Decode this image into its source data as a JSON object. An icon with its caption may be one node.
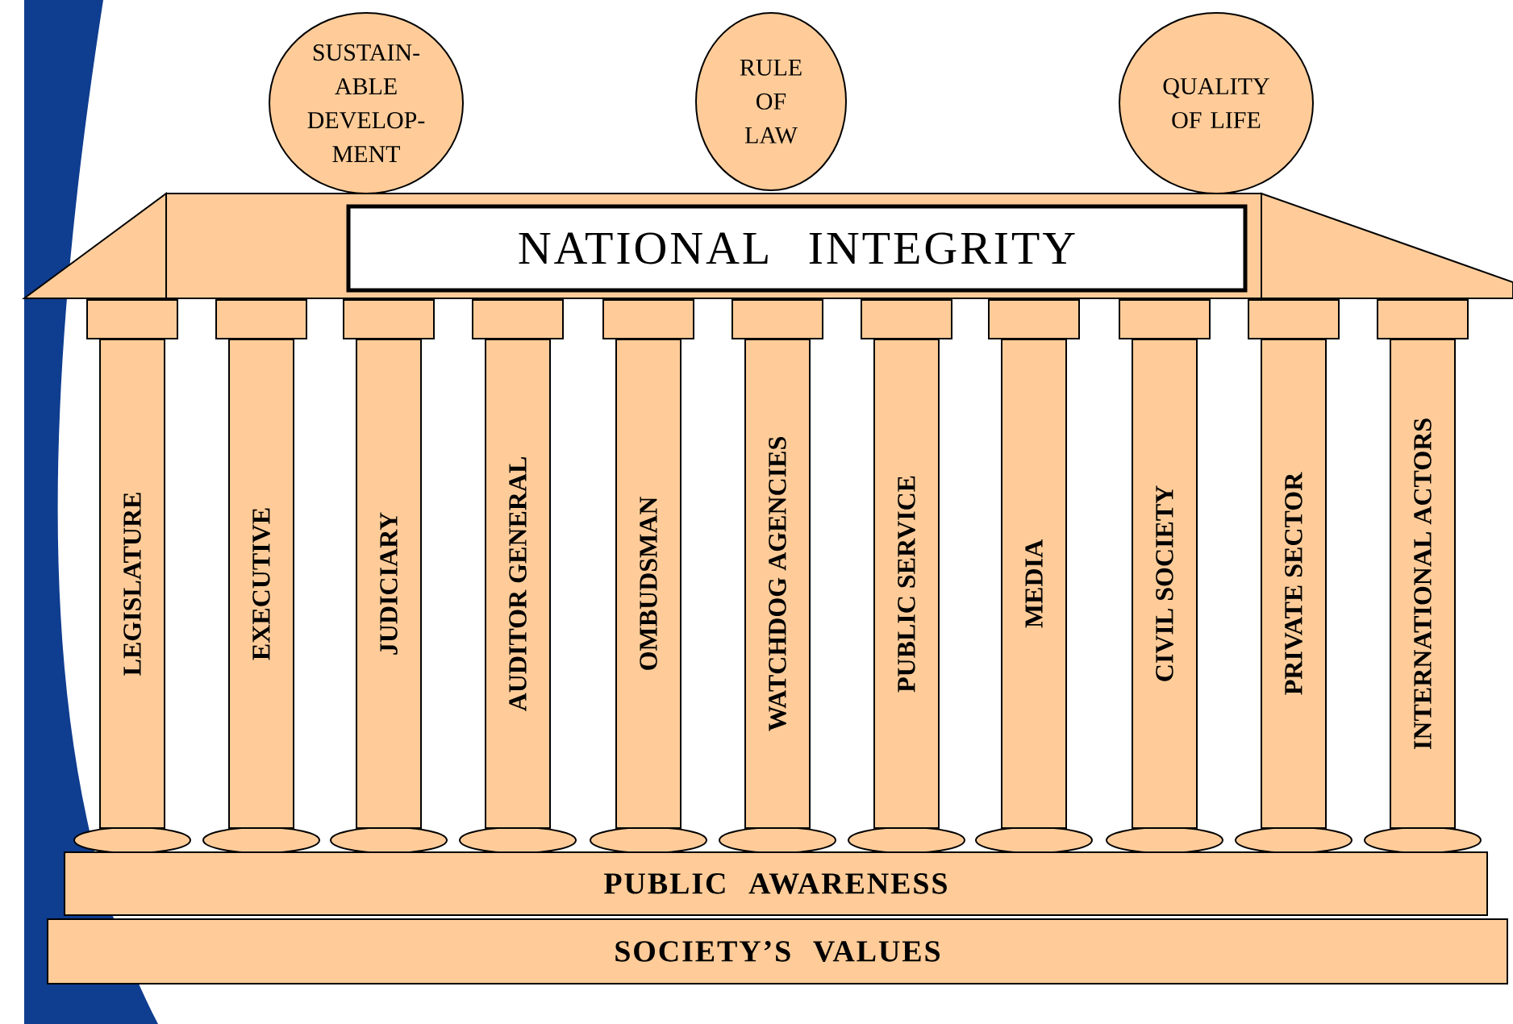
{
  "diagram": {
    "nodes": [
      {
        "text": [
          "SUSTAIN- ABLE DEVELOP- MENT"
        ]
      },
      {
        "text": [
          "RULE OF LAW"
        ]
      },
      {
        "text": [
          "QUALITY OF LIFE"
        ]
      },
      {
        "text": [
          "NATIONAL INTEGRITY"
        ]
      },
      {
        "text": [
          "LEGISLATURE"
        ]
      },
      {
        "text": [
          "EXECUTIVE"
        ]
      },
      {
        "text": [
          "JUDICIARY"
        ]
      },
      {
        "text": [
          "AUDITOR GENERAL"
        ]
      },
      {
        "text": [
          "OMBUDSMAN"
        ]
      },
      {
        "text": [
          "WATCHDOG AGENCIES"
        ]
      },
      {
        "text": [
          "PUBLIC SERVICE"
        ]
      },
      {
        "text": [
          "MEDIA"
        ]
      },
      {
        "text": [
          "CIVIL SOCIETY"
        ]
      },
      {
        "text": [
          "PRIVATE SECTOR"
        ]
      },
      {
        "text": [
          "INTERNATIONAL ACTORS"
        ]
      },
      {
        "text": [
          "PUBLIC AWARENESS"
        ]
      },
      {
        "text": [
          "SOCIETY’S VALUES"
        ]
      }
    ]
  }
}
